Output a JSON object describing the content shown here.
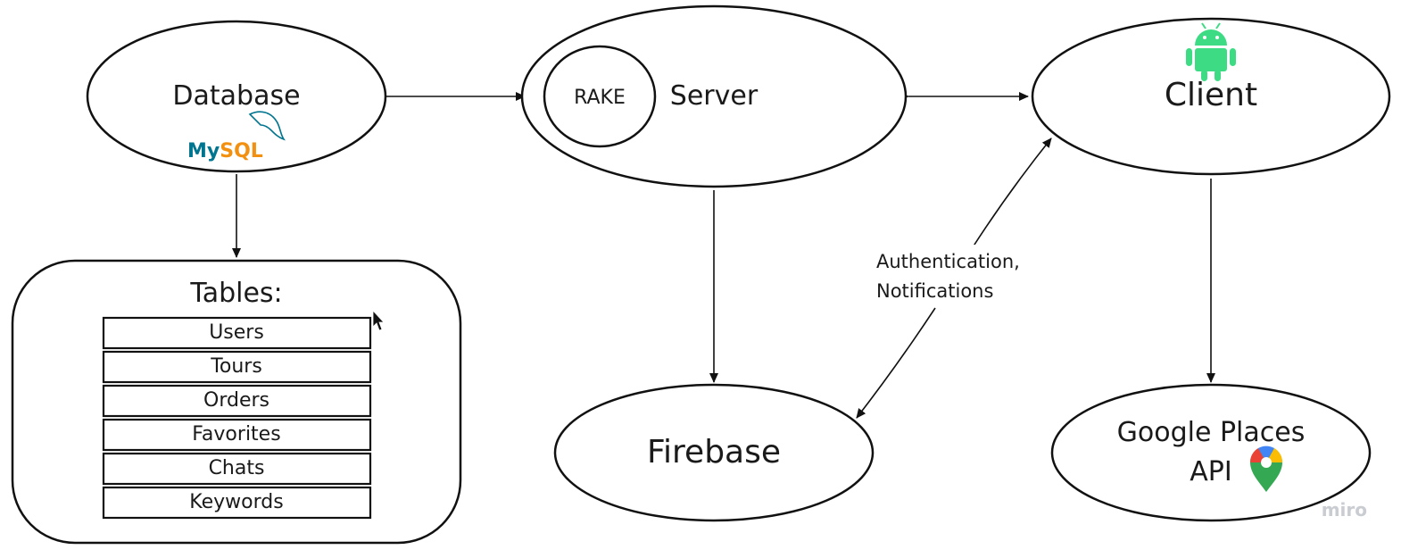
{
  "nodes": {
    "database": {
      "label": "Database",
      "logo_text": "MySQL",
      "logo_color_primary": "#00758F",
      "logo_color_secondary": "#F29111"
    },
    "server": {
      "label": "Server",
      "inner": "RAKE"
    },
    "client": {
      "label": "Client",
      "logo": "android-icon",
      "logo_color": "#3DDC84"
    },
    "firebase": {
      "label": "Firebase"
    },
    "google_places": {
      "line1": "Google Places",
      "line2": "API",
      "logo": "google-maps-pin-icon"
    },
    "tables": {
      "title": "Tables:",
      "rows": [
        "Users",
        "Tours",
        "Orders",
        "Favorites",
        "Chats",
        "Keywords"
      ]
    }
  },
  "edges": {
    "auth_label_line1": "Authentication,",
    "auth_label_line2": "Notifications"
  },
  "watermark": "miro"
}
